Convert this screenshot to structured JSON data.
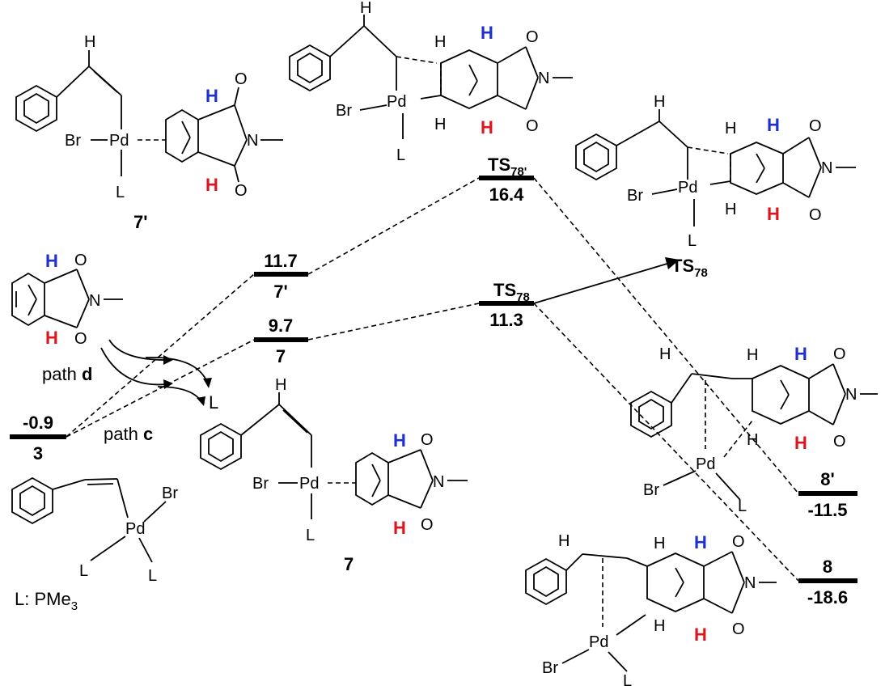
{
  "colors": {
    "h_blue": "#1f2fd6",
    "h_red": "#e0141c",
    "ink": "#000000"
  },
  "levels": [
    {
      "id": "3",
      "name": "3",
      "energy": "-0.9"
    },
    {
      "id": "7",
      "name": "7",
      "energy": "9.7"
    },
    {
      "id": "7p",
      "name": "7'",
      "energy": "11.7"
    },
    {
      "id": "ts78",
      "name": "TS",
      "sub": "78",
      "energy": "11.3"
    },
    {
      "id": "ts78p",
      "name": "TS",
      "sub": "78'",
      "energy": "16.4"
    },
    {
      "id": "8p",
      "name": "8'",
      "energy": "-11.5"
    },
    {
      "id": "8",
      "name": "8",
      "energy": "-18.6"
    }
  ],
  "paths": {
    "d_prefix": "path ",
    "d_letter": "d",
    "c_prefix": "path ",
    "c_letter": "c"
  },
  "legend": {
    "prefix": "L: PMe",
    "sub": "3"
  },
  "compound_labels": {
    "c7p": "7'",
    "c7": "7",
    "ts78_main": "TS",
    "ts78_sub": "78"
  },
  "atoms": {
    "br": "Br",
    "pd": "Pd",
    "l": "L",
    "n": "N",
    "o": "O",
    "h": "H",
    "me": "—"
  }
}
